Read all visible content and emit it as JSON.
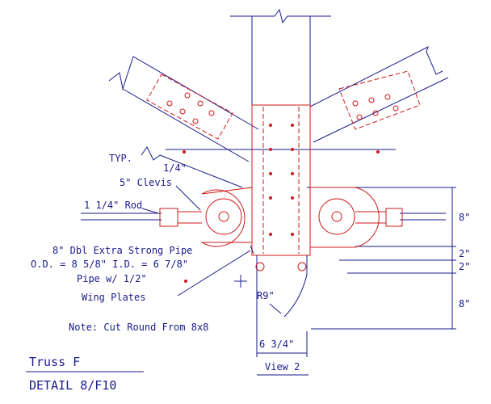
{
  "labels": {
    "typ": "TYP.",
    "weld_size": "1/4\"",
    "clevis": "5\" Clevis",
    "rod": "1 1/4\" Rod",
    "pipe_line1": "8\" Dbl Extra Strong Pipe",
    "pipe_line2": "O.D. = 8 5/8\"  I.D. = 6 7/8\"",
    "pipe_line3": "Pipe w/ 1/2\"",
    "wing_plates": "Wing Plates",
    "note": "Note: Cut Round From 8x8",
    "radius": "R9\"",
    "width_dim": "6 3/4\"",
    "view": "View 2"
  },
  "dimensions": [
    "8\"",
    "2\"",
    "2\"",
    "8\""
  ],
  "title_block": {
    "line1": "Truss  F",
    "line2": "DETAIL 8/F10"
  },
  "colors": {
    "linework": "#1a1a8c",
    "steel": "#d11a1a",
    "background": "#ffffff"
  }
}
